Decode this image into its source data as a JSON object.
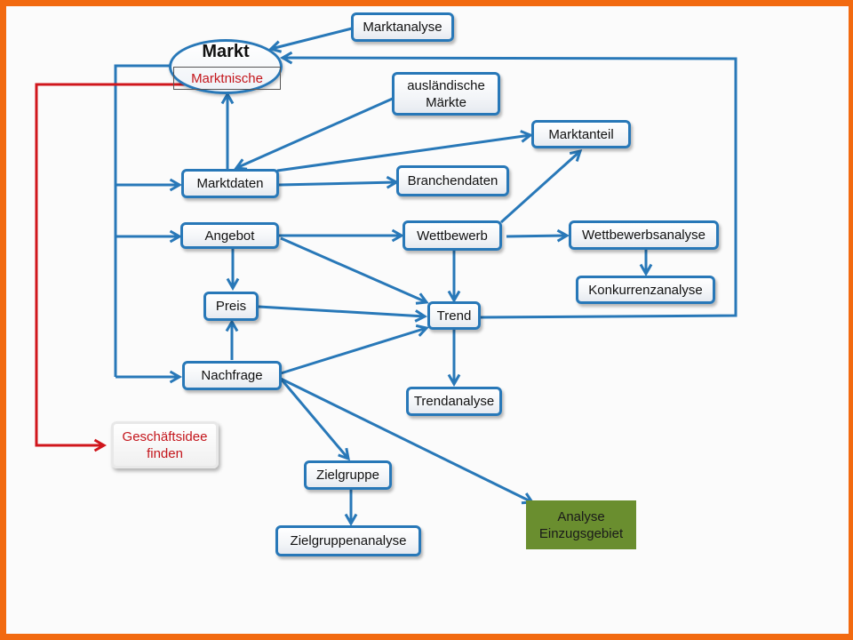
{
  "diagram": {
    "colors": {
      "frame": "#f26a10",
      "connector": "#2878b8",
      "highlight_connector": "#d0161c",
      "highlight_text": "#c4161c",
      "green_box": "#6a8e2f"
    },
    "root": {
      "title": "Markt",
      "subtitle": "Marktnische"
    },
    "nodes": {
      "marktanalyse": "Marktanalyse",
      "auslaendische_maerkte_1": "ausländische",
      "auslaendische_maerkte_2": "Märkte",
      "marktanteil": "Marktanteil",
      "marktdaten": "Marktdaten",
      "branchendaten": "Branchendaten",
      "angebot": "Angebot",
      "wettbewerb": "Wettbewerb",
      "wettbewerbsanalyse": "Wettbewerbsanalyse",
      "konkurrenzanalyse": "Konkurrenzanalyse",
      "preis": "Preis",
      "trend": "Trend",
      "nachfrage": "Nachfrage",
      "trendanalyse": "Trendanalyse",
      "geschaeftsidee_1": "Geschäftsidee",
      "geschaeftsidee_2": "finden",
      "zielgruppe": "Zielgruppe",
      "zielgruppenanalyse": "Zielgruppenanalyse",
      "analyse_einzugsgebiet_1": "Analyse",
      "analyse_einzugsgebiet_2": "Einzugsgebiet"
    },
    "edges": [
      [
        "Marktanalyse",
        "Markt"
      ],
      [
        "Trend",
        "Markt"
      ],
      [
        "Marktdaten",
        "Markt"
      ],
      [
        "Markt",
        "Marktdaten"
      ],
      [
        "Markt",
        "Angebot"
      ],
      [
        "Markt",
        "Nachfrage"
      ],
      [
        "ausländische Märkte",
        "Marktdaten"
      ],
      [
        "Marktdaten",
        "Marktanteil"
      ],
      [
        "Marktdaten",
        "Branchendaten"
      ],
      [
        "Angebot",
        "Wettbewerb"
      ],
      [
        "Angebot",
        "Preis"
      ],
      [
        "Angebot",
        "Trend"
      ],
      [
        "Wettbewerb",
        "Marktanteil"
      ],
      [
        "Wettbewerb",
        "Wettbewerbsanalyse"
      ],
      [
        "Wettbewerb",
        "Trend"
      ],
      [
        "Wettbewerbsanalyse",
        "Konkurrenzanalyse"
      ],
      [
        "Preis",
        "Trend"
      ],
      [
        "Nachfrage",
        "Preis"
      ],
      [
        "Nachfrage",
        "Trend"
      ],
      [
        "Nachfrage",
        "Zielgruppe"
      ],
      [
        "Nachfrage",
        "Analyse Einzugsgebiet"
      ],
      [
        "Trend",
        "Trendanalyse"
      ],
      [
        "Zielgruppe",
        "Zielgruppenanalyse"
      ],
      [
        "Marktnische",
        "Geschäftsidee finden"
      ]
    ]
  }
}
